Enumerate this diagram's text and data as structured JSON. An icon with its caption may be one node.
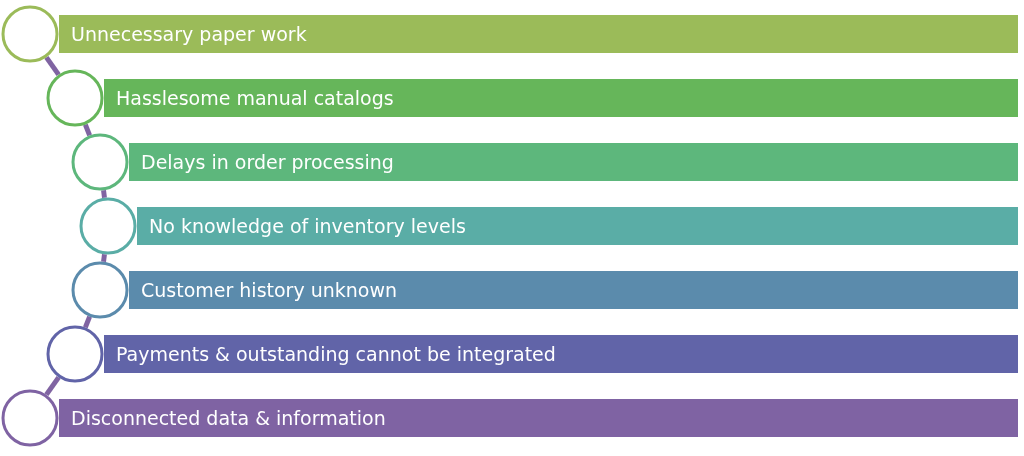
{
  "diagram": {
    "nodes": [
      {
        "text": [
          "Unnecessary paper work"
        ]
      },
      {
        "text": [
          "Hasslesome manual catalogs"
        ]
      },
      {
        "text": [
          "Delays in order processing"
        ]
      },
      {
        "text": [
          "No knowledge of inventory levels"
        ]
      },
      {
        "text": [
          "Customer history unknown"
        ]
      },
      {
        "text": [
          "Payments & outstanding cannot be integrated"
        ]
      },
      {
        "text": [
          "Disconnected data & information"
        ]
      },
      {
        "text": [],
        "shape": "circle"
      },
      {
        "text": [],
        "shape": "circle"
      },
      {
        "text": [],
        "shape": "circle"
      },
      {
        "text": [],
        "shape": "circle"
      },
      {
        "text": [],
        "shape": "circle"
      },
      {
        "text": [],
        "shape": "circle"
      },
      {
        "text": [],
        "shape": "circle"
      }
    ],
    "edges": [
      {
        "from": 7,
        "to": 8,
        "arrow": "none"
      },
      {
        "from": 8,
        "to": 9,
        "arrow": "none"
      },
      {
        "from": 9,
        "to": 10,
        "arrow": "none"
      },
      {
        "from": 10,
        "to": 11,
        "arrow": "none"
      },
      {
        "from": 11,
        "to": 12,
        "arrow": "none"
      },
      {
        "from": 12,
        "to": 13,
        "arrow": "none"
      }
    ]
  }
}
